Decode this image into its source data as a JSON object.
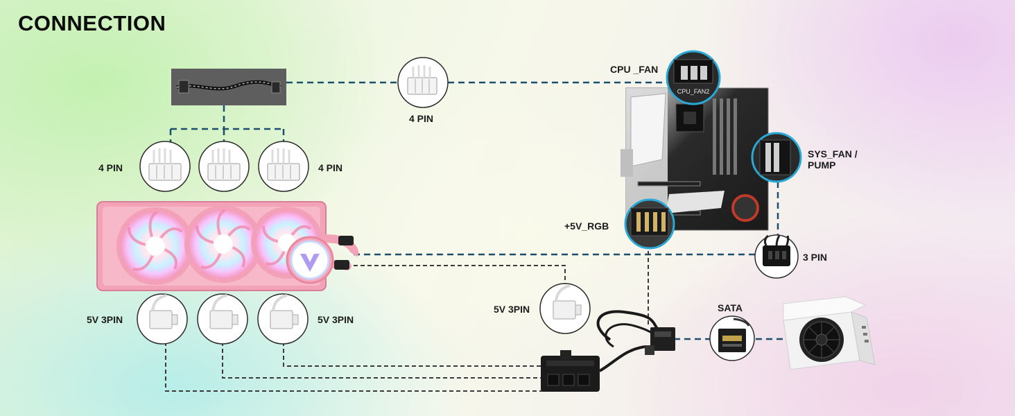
{
  "title": "CONNECTION",
  "labels": {
    "top_cable_4pin": "4 PIN",
    "fans_4pin_left": "4 PIN",
    "fans_4pin_right": "4 PIN",
    "cpu_fan": "CPU _FAN",
    "cpu_fan_silk": "CPU_FAN2",
    "sys_fan_line1": "SYS_FAN /",
    "sys_fan_line2": "PUMP",
    "rgb_5v": "+5V_RGB",
    "pump_3pin": "3 PIN",
    "fans_5v_left": "5V 3PIN",
    "fans_5v_right": "5V 3PIN",
    "hub_5v": "5V 3PIN",
    "sata": "SATA"
  },
  "colors": {
    "data_line": "#1a4f6e",
    "rgb_line": "#3a3a3a",
    "callout_ring": "#2aa9d6",
    "radiator": "#f2a3b8"
  }
}
